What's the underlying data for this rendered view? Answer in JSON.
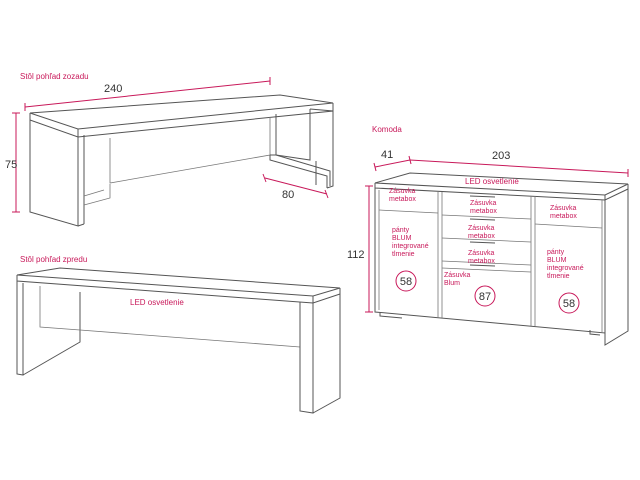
{
  "titles": {
    "back_view": "Stôl pohľad zozadu",
    "front_view": "Stôl pohľad zpredu",
    "dresser": "Komoda"
  },
  "dimensions": {
    "table_length": "240",
    "table_height": "75",
    "table_depth": "80",
    "dresser_depth": "41",
    "dresser_width": "203",
    "dresser_height": "112"
  },
  "labels": {
    "led_table": "LED osvetlenie",
    "led_dresser": "LED osvetlenie",
    "drawer_left_1": "Zásuvka",
    "drawer_left_2": "metabox",
    "drawer_mid1_1": "Zásuvka",
    "drawer_mid1_2": "metabox",
    "drawer_mid2_1": "Zásuvka",
    "drawer_mid2_2": "metabox",
    "drawer_mid3_1": "Zásuvka",
    "drawer_mid3_2": "metabox",
    "drawer_blum_1": "Zásuvka",
    "drawer_blum_2": "Blum",
    "drawer_right_1": "Zásuvka",
    "drawer_right_2": "metabox",
    "hinges_left_1": "pánty",
    "hinges_left_2": "BLUM",
    "hinges_left_3": "integrované",
    "hinges_left_4": "tlmenie",
    "hinges_right_1": "pánty",
    "hinges_right_2": "BLUM",
    "hinges_right_3": "integrované",
    "hinges_right_4": "tlmenie"
  },
  "circle_values": {
    "left_door": "58",
    "center_door": "87",
    "right_door": "58"
  },
  "colors": {
    "accent": "#c8195a",
    "line": "#555555"
  }
}
